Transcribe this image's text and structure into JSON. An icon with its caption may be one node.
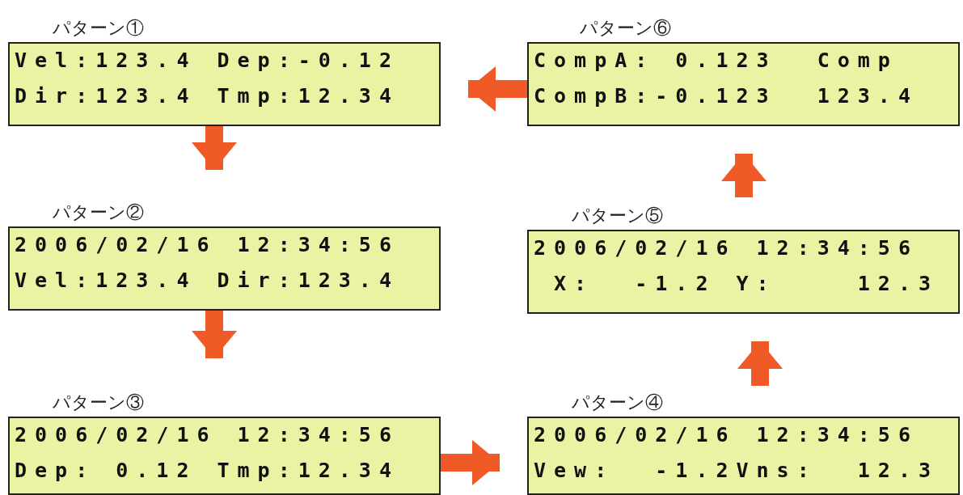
{
  "diagram": {
    "nodes": [
      {
        "text": [
          "パターン①",
          "Vel:123.4 Dep:-0.12",
          "Dir:123.4 Tmp:12.34"
        ]
      },
      {
        "text": [
          "パターン②",
          "2006/02/16 12:34:56",
          "Vel:123.4 Dir:123.4"
        ]
      },
      {
        "text": [
          "パターン③",
          "2006/02/16 12:34:56",
          "Dep: 0.12 Tmp:12.34"
        ]
      },
      {
        "text": [
          "パターン④",
          "2006/02/16 12:34:56",
          "Vew:  -1.2Vns:  12.3"
        ]
      },
      {
        "text": [
          "パターン⑤",
          "2006/02/16 12:34:56",
          " X:  -1.2 Y:    12.3"
        ]
      },
      {
        "text": [
          "パターン⑥",
          "CompA: 0.123  Comp",
          "CompB:-0.123  123.4"
        ]
      }
    ],
    "edges": [
      {
        "from": 0,
        "to": 1,
        "arrow": "to"
      },
      {
        "from": 1,
        "to": 2,
        "arrow": "to"
      },
      {
        "from": 2,
        "to": 3,
        "arrow": "to"
      },
      {
        "from": 3,
        "to": 4,
        "arrow": "to"
      },
      {
        "from": 4,
        "to": 5,
        "arrow": "to"
      },
      {
        "from": 5,
        "to": 0,
        "arrow": "to"
      }
    ]
  }
}
